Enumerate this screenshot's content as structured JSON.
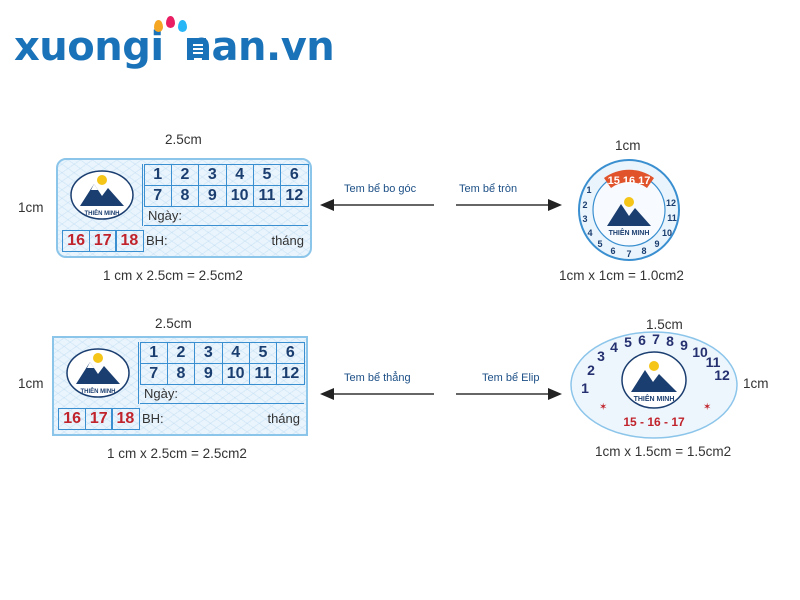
{
  "logo": {
    "text": "xuongi",
    "text2": "nan.vn"
  },
  "sticker_common": {
    "numbers": [
      "1",
      "2",
      "3",
      "4",
      "5",
      "6",
      "7",
      "8",
      "9",
      "10",
      "11",
      "12"
    ],
    "ngay_label": "Ngày:",
    "bh_label": "BH:",
    "thang_label": "tháng",
    "days": [
      "16",
      "17",
      "18"
    ],
    "brand": "THIÊN MINH"
  },
  "top_left": {
    "width_label": "2.5cm",
    "height_label": "1cm",
    "area_label": "1 cm x 2.5cm = 2.5cm2",
    "arrow_label": "Tem bể bo góc"
  },
  "top_right": {
    "width_label": "1cm",
    "area_label": "1cm x 1cm = 1.0cm2",
    "arrow_label": "Tem bể tròn",
    "top_days": "15 16 17"
  },
  "bottom_left": {
    "width_label": "2.5cm",
    "height_label": "1cm",
    "area_label": "1 cm x 2.5cm = 2.5cm2",
    "arrow_label": "Tem bể thẳng"
  },
  "bottom_right": {
    "width_label": "1.5cm",
    "height_label": "1cm",
    "area_label": "1cm x 1.5cm = 1.5cm2",
    "arrow_label": "Tem bể Elip",
    "bottom_days": "15 - 16 - 17"
  },
  "colors": {
    "blue": "#1a73b8",
    "sticker_border": "#3a8fd0",
    "red": "#c0232b",
    "navy": "#1b3e70"
  }
}
